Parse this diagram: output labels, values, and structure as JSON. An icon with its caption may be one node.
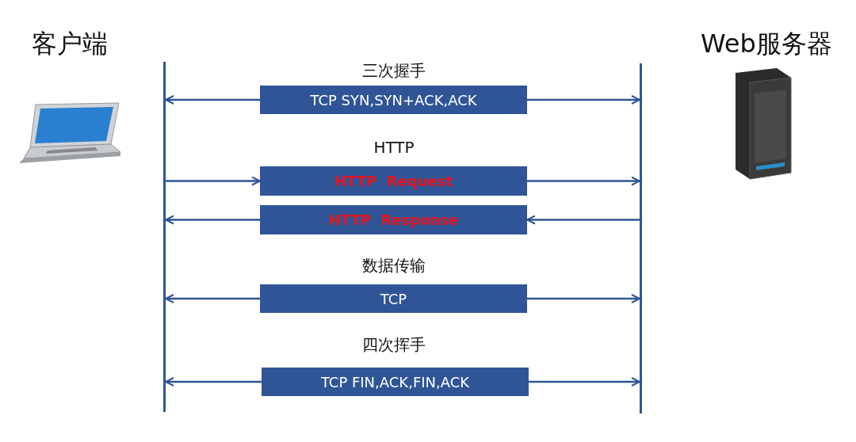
{
  "diagram": {
    "nodes": [
      {
        "text": [],
        "shape": "bar"
      },
      {
        "text": [],
        "shape": "bar"
      },
      {
        "text": [
          "TCP SYN,SYN+ACK,ACK"
        ]
      },
      {
        "text": [
          "HTTP  Request"
        ]
      },
      {
        "text": [
          "HTTP  Response"
        ]
      },
      {
        "text": [
          "TCP"
        ]
      },
      {
        "text": [
          "TCP FIN,ACK,FIN,ACK"
        ]
      }
    ],
    "edges": [
      {
        "from": 2,
        "to": 0,
        "arrow": "to"
      },
      {
        "from": 2,
        "to": 1,
        "arrow": "to"
      },
      {
        "from": 0,
        "to": 3,
        "arrow": "to"
      },
      {
        "from": 3,
        "to": 1,
        "arrow": "to"
      },
      {
        "from": 1,
        "to": 4,
        "arrow": "to"
      },
      {
        "from": 4,
        "to": 0,
        "arrow": "to"
      },
      {
        "from": 5,
        "to": 0,
        "arrow": "to"
      },
      {
        "from": 5,
        "to": 1,
        "arrow": "to"
      },
      {
        "from": 6,
        "to": 0,
        "arrow": "to"
      },
      {
        "from": 6,
        "to": 1,
        "arrow": "to"
      }
    ],
    "labels": [
      "客户端",
      "Web服务器",
      "三次握手",
      "HTTP",
      "数据传输",
      "四次挥手"
    ]
  }
}
